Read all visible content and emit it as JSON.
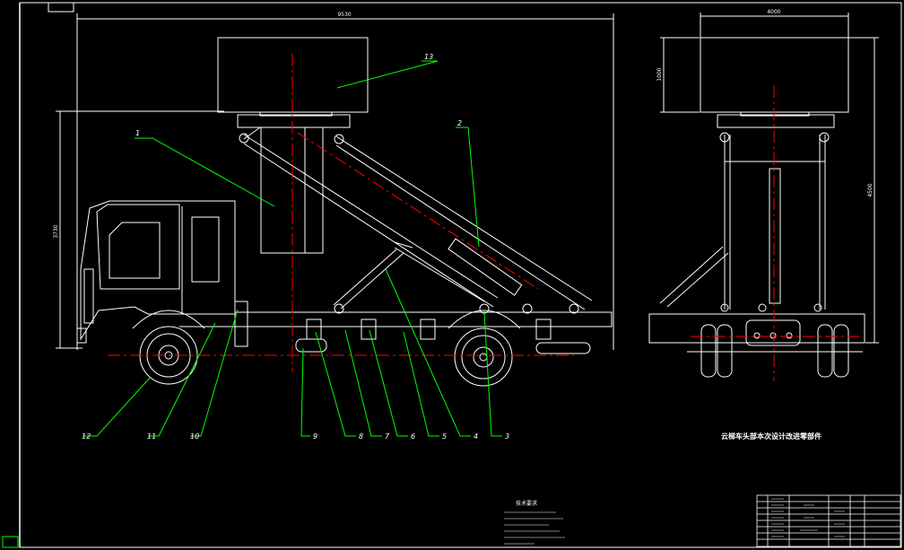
{
  "colors": {
    "background": "#000000",
    "outline": "#ffffff",
    "leader": "#00ff00",
    "centerline": "#ff0000",
    "label": "#ffffff",
    "title_block": "#ffffff"
  },
  "side_view": {
    "dim_length": "9530",
    "dim_height": "3730",
    "callouts": [
      {
        "id": "c1",
        "label": "1"
      },
      {
        "id": "c2",
        "label": "2"
      },
      {
        "id": "c3",
        "label": "3"
      },
      {
        "id": "c4",
        "label": "4"
      },
      {
        "id": "c5",
        "label": "5"
      },
      {
        "id": "c6",
        "label": "6"
      },
      {
        "id": "c7",
        "label": "7"
      },
      {
        "id": "c8",
        "label": "8"
      },
      {
        "id": "c9",
        "label": "9"
      },
      {
        "id": "c10",
        "label": "10"
      },
      {
        "id": "c11",
        "label": "11"
      },
      {
        "id": "c12",
        "label": "12"
      },
      {
        "id": "c13",
        "label": "13"
      }
    ]
  },
  "end_view": {
    "dim_width": "4000",
    "dim_box_height": "1000",
    "dim_total_height": "4500"
  },
  "drawing_title": "云梯车头部本次设计改进零部件",
  "technical_requirements": {
    "heading": "技术要求"
  }
}
